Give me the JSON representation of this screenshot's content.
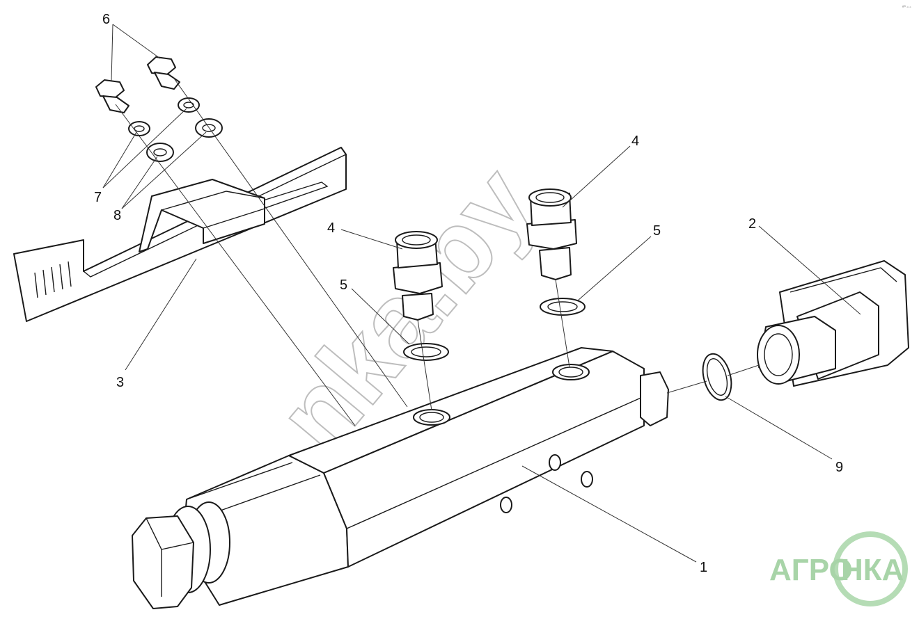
{
  "callouts": {
    "c1": "1",
    "c2": "2",
    "c3": "3",
    "c4a": "4",
    "c4b": "4",
    "c5a": "5",
    "c5b": "5",
    "c6": "6",
    "c7": "7",
    "c8": "8",
    "c9": "9"
  },
  "watermark": "nka.by",
  "logo": {
    "left": "АГРО",
    "right": "НКА",
    "color": "#a8d4a8",
    "circle_color": "#b5dcb5"
  },
  "corner_mark": "ᵒ⁰ ◦◦◦"
}
